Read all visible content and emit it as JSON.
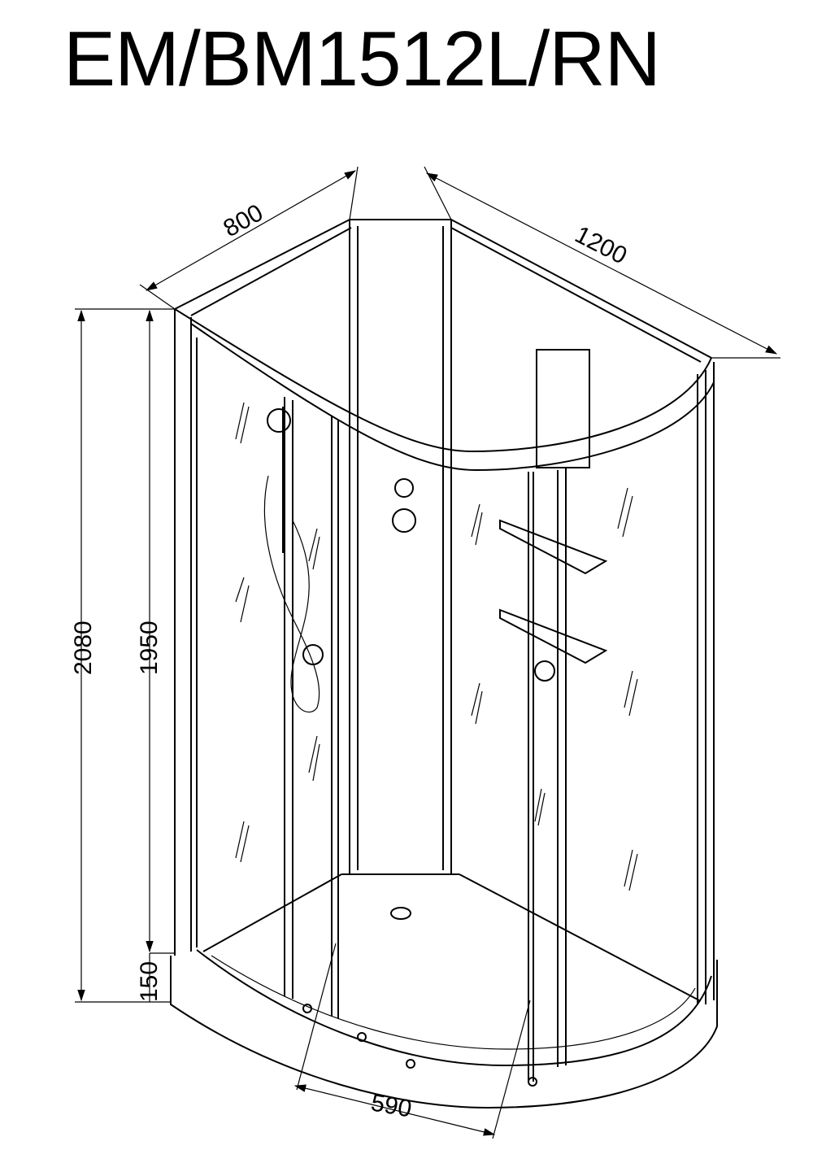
{
  "title": "EM/BM1512L/RN",
  "dimensions": {
    "depth": "800",
    "width": "1200",
    "total_height": "2080",
    "cabin_height": "1950",
    "tray_height": "150",
    "door_opening": "590"
  }
}
